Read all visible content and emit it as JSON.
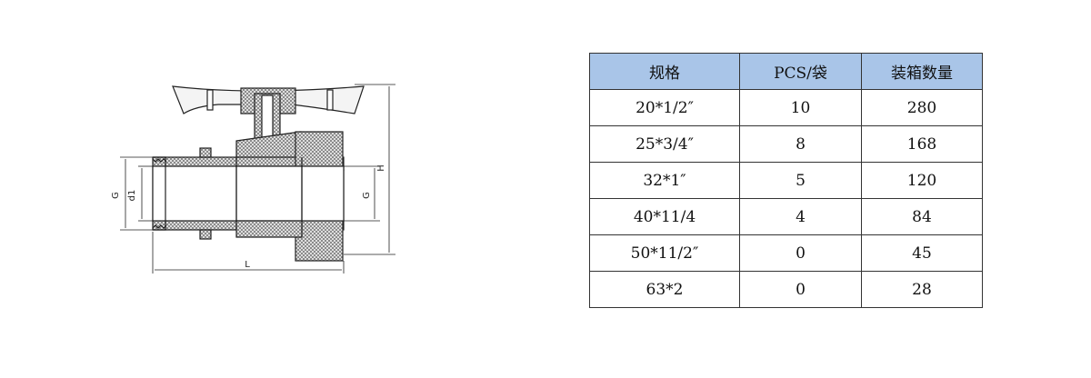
{
  "drawing": {
    "labels": {
      "g_left": "G",
      "d1": "d1",
      "g_right": "G",
      "length": "L",
      "height": "H"
    }
  },
  "table": {
    "headers": [
      "规格",
      "PCS/袋",
      "装箱数量"
    ],
    "rows": [
      [
        "20*1/2″",
        "10",
        "280"
      ],
      [
        "25*3/4″",
        "8",
        "168"
      ],
      [
        "32*1″",
        "5",
        "120"
      ],
      [
        "40*11/4",
        "4",
        "84"
      ],
      [
        "50*11/2″",
        "0",
        "45"
      ],
      [
        "63*2",
        "0",
        "28"
      ]
    ]
  }
}
